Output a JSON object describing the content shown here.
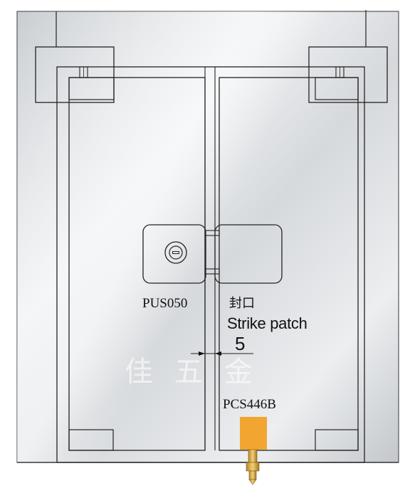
{
  "labels": {
    "lock_model": "PUS050",
    "strike_chinese": "封口",
    "strike_english": "Strike patch",
    "gap_value": "5",
    "bottom_model": "PCS446B",
    "watermark": "佳 五 金"
  },
  "colors": {
    "glass_light": "#eef0f2",
    "glass_mid": "#cfd3d7",
    "glass_dark": "#b9bec3",
    "line": "#1a1a1a",
    "accent_block": "#f2a531",
    "pivot_brass": "#e0b04a"
  }
}
